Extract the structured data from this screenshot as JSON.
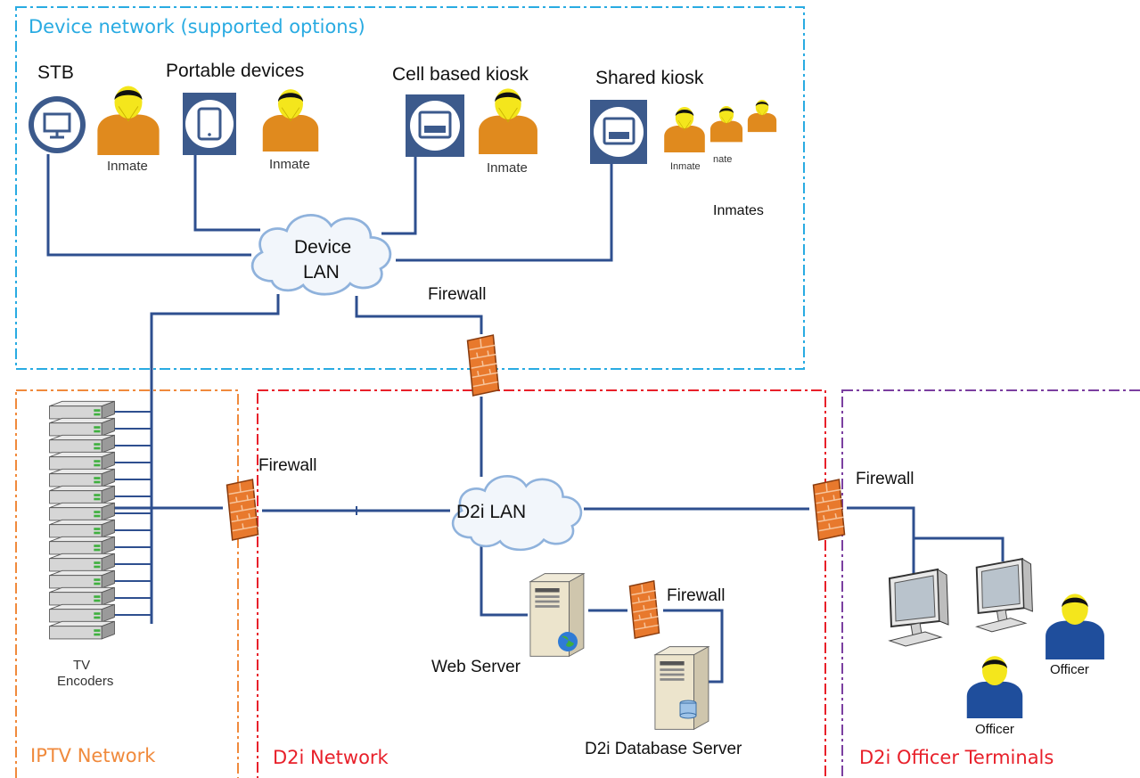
{
  "zones": {
    "device": {
      "title": "Device network (supported options)",
      "color": "#29abe2"
    },
    "iptv": {
      "title": "IPTV Network",
      "color": "#f08a3c"
    },
    "d2i": {
      "title": "D2i Network",
      "color": "#e8202a"
    },
    "officer": {
      "title": "D2i Officer Terminals",
      "color": "#e8202a",
      "border_color": "#7b3fa0"
    }
  },
  "devices": {
    "stb": "STB",
    "portable": "Portable devices",
    "cell_kiosk": "Cell based kiosk",
    "shared_kiosk": "Shared kiosk"
  },
  "people": {
    "inmate": "Inmate",
    "inmate_partial": "nate",
    "inmates": "Inmates",
    "officer": "Officer"
  },
  "network": {
    "device_lan_line1": "Device",
    "device_lan_line2": "LAN",
    "d2i_lan": "D2i LAN",
    "firewall": "Firewall",
    "encoders_line1": "TV",
    "encoders_line2": "Encoders",
    "web_server": "Web Server",
    "db_server": "D2i Database Server"
  },
  "colors": {
    "link": "#2e4f8f",
    "inmate_body": "#e08a1e",
    "officer_body": "#1f4e9c",
    "face": "#f4e61c",
    "device_icon": "#3c5a8c",
    "firewall": "#e8792d"
  }
}
